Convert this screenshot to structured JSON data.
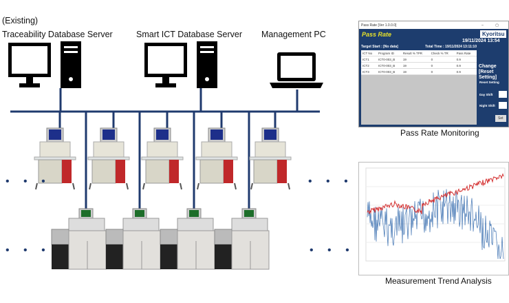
{
  "labels": {
    "existing": "(Existing)",
    "traceability_server": "Traceability Database Server",
    "smart_ict_server": "Smart ICT Database Server",
    "management_pc": "Management PC",
    "continuation": "• • •"
  },
  "pass_rate_window": {
    "window_title": "Pass Rate [Ver 1.0.0.0]",
    "window_controls": "– ▢",
    "title": "Pass Rate",
    "target_start": "Target Start : [No data]",
    "total_time": "Total Time : 19/11/2024 13:11:10",
    "logo": "Kyoritsu",
    "date": "19/11/2024 13:54",
    "columns": [
      "ICT No",
      "Program ID",
      "Result % TPR",
      "Check % TR",
      "Pass Rate"
    ],
    "rows": [
      [
        "ICT1",
        "ICT0-003_B",
        "19",
        "0",
        "0.9"
      ],
      [
        "ICT2",
        "ICT0-003_B",
        "19",
        "0",
        "0.9"
      ],
      [
        "ICT3",
        "ICT0-003_B",
        "19",
        "0",
        "0.9"
      ]
    ],
    "change_reset": "Change [Reset Setting]",
    "reset_setting": "Reset Setting",
    "day_shift": "Day Shift",
    "night_shift": "Night Shift",
    "set_button": "Set",
    "caption": "Pass Rate Monitoring"
  },
  "trend": {
    "caption": "Measurement Trend Analysis",
    "colors": {
      "series_a": "#3a6fb0",
      "series_b": "#d43030"
    }
  },
  "colors": {
    "network": "#1f3a6e",
    "window_bg": "#1d3d6e",
    "title_yellow": "#e8e22a"
  }
}
